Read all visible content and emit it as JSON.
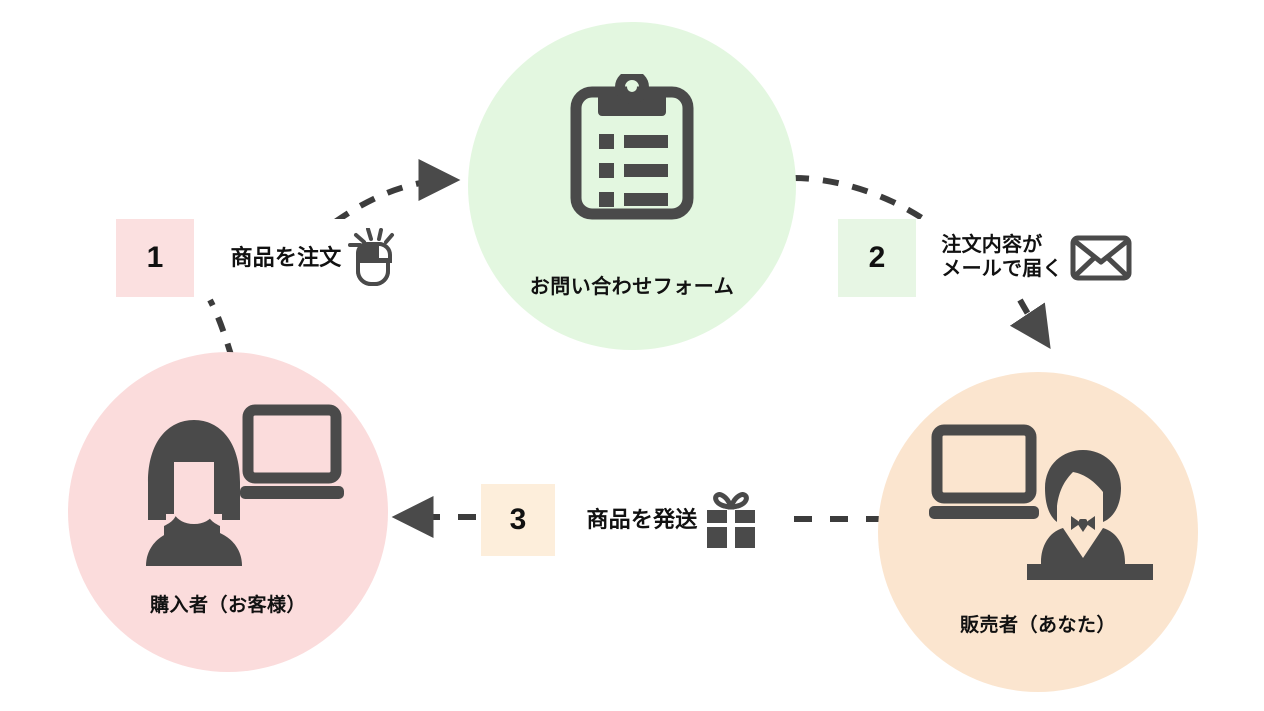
{
  "diagram": {
    "title": "order flow diagram",
    "background": "#ffffff",
    "nodes": [
      {
        "id": "form",
        "label": "お問い合わせフォーム",
        "color": "#e3f7e0",
        "icon": "clipboard-icon"
      },
      {
        "id": "buyer",
        "label": "購入者（お客様）",
        "color": "#fbdcdc",
        "icon": "woman-with-laptop-icon"
      },
      {
        "id": "seller",
        "label": "販売者（あなた）",
        "color": "#fbe5cf",
        "icon": "salesman-with-laptop-icon"
      }
    ],
    "steps": [
      {
        "number": "1",
        "text": "商品を注文",
        "icon": "mouse-click-icon",
        "badge_color": "#fbe0e0"
      },
      {
        "number": "2",
        "text": "注文内容が\nメールで届く",
        "icon": "envelope-icon",
        "badge_color": "#e7f6e4"
      },
      {
        "number": "3",
        "text": "商品を発送",
        "icon": "gift-icon",
        "badge_color": "#fdeedb"
      }
    ],
    "connectors": [
      {
        "id": "buyer-to-step1",
        "from": "buyer",
        "to": "step-1",
        "style": "dashed",
        "arrowhead": false
      },
      {
        "id": "step1-to-form",
        "from": "step-1",
        "to": "form",
        "style": "dashed",
        "arrowhead": true
      },
      {
        "id": "form-to-step2",
        "from": "form",
        "to": "step-2",
        "style": "dashed",
        "arrowhead": false
      },
      {
        "id": "step2-to-seller",
        "from": "step-2",
        "to": "seller",
        "style": "dashed",
        "arrowhead": true
      },
      {
        "id": "seller-to-step3",
        "from": "seller",
        "to": "step-3",
        "style": "dashed",
        "arrowhead": false
      },
      {
        "id": "step3-to-buyer",
        "from": "step-3",
        "to": "buyer",
        "style": "dashed",
        "arrowhead": true
      }
    ],
    "colors": {
      "ink": "#4a4a4a",
      "text": "#111111",
      "dash": "#3c3c3c"
    }
  }
}
